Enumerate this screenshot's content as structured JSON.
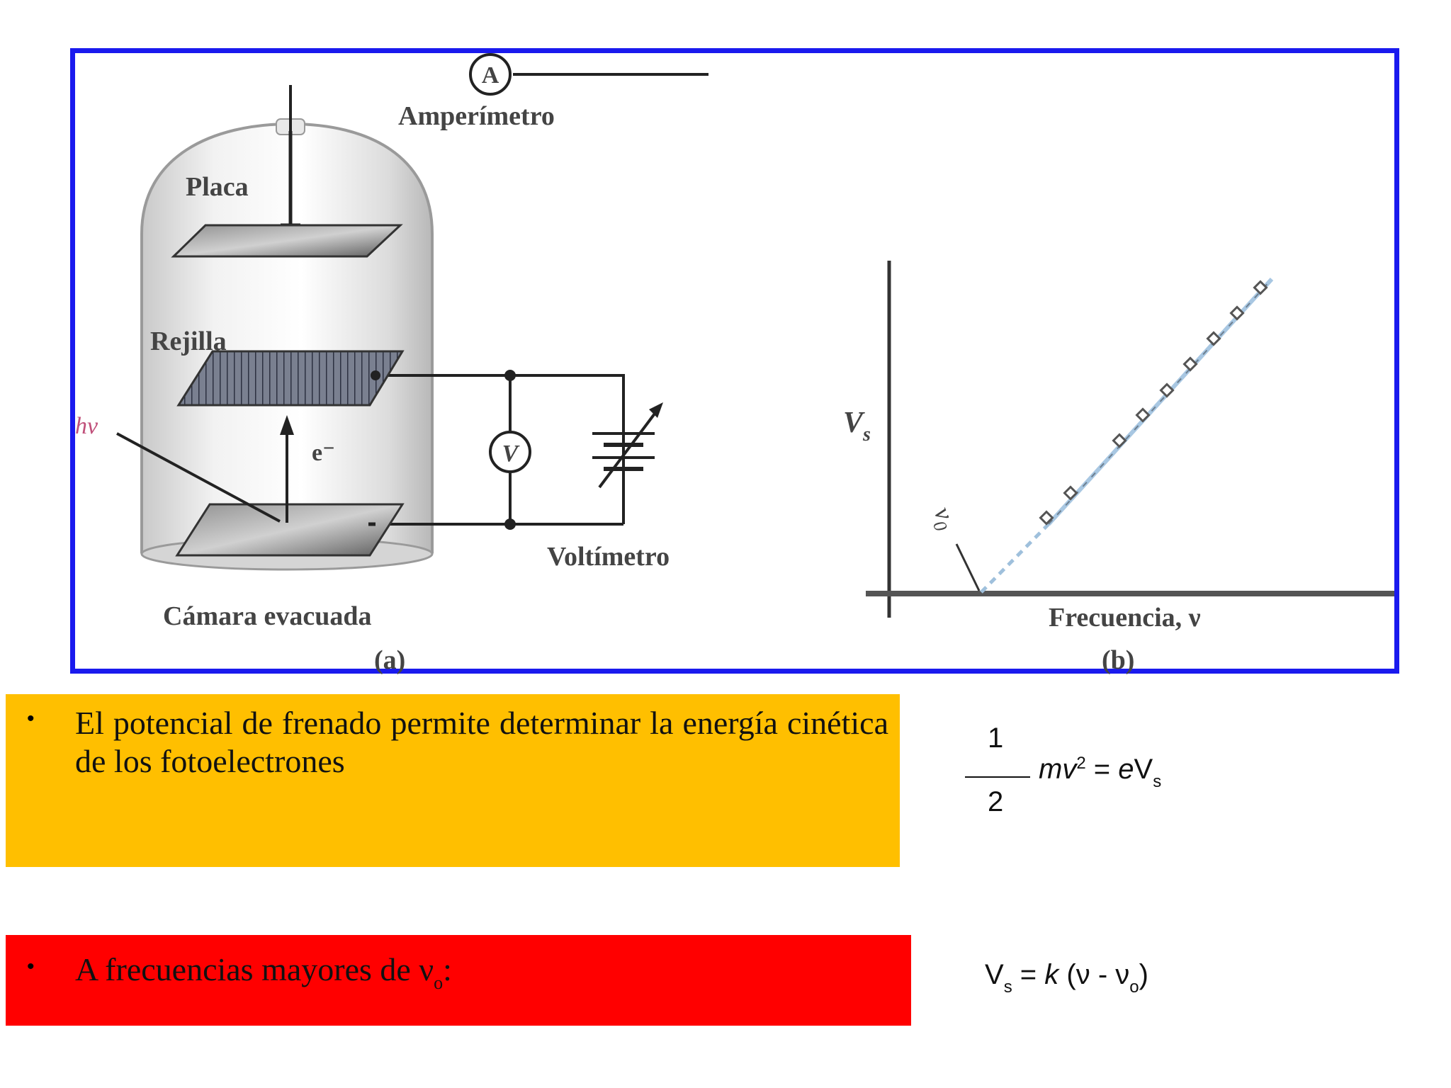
{
  "figure": {
    "panel_a": {
      "ammeter_symbol": "A",
      "ammeter_label": "Amperímetro",
      "plate_label": "Placa",
      "grid_label": "Rejilla",
      "photon_label": "hν",
      "electron_label": "e⁻",
      "voltmeter_symbol": "V",
      "voltmeter_label": "Voltímetro",
      "chamber_label": "Cámara evacuada",
      "caption": "(a)"
    },
    "panel_b": {
      "ylabel_main": "V",
      "ylabel_sub": "s",
      "threshold_label_main": "ν",
      "threshold_label_sub": "0",
      "xlabel": "Frecuencia, ν",
      "caption": "(b)"
    },
    "frame_color": "#1a1aee"
  },
  "bullets": [
    {
      "bullet": "•",
      "text": "El potencial de frenado permite determinar la energía cinética de los fotoelectrones",
      "color": "#ffbf00"
    },
    {
      "bullet": "•",
      "text_main": "A frecuencias mayores de ν",
      "text_sub": "o",
      "text_tail": ":",
      "color": "#ff0000"
    }
  ],
  "equations": {
    "eq1": {
      "numerator": "1",
      "denominator": "2",
      "m": "m",
      "v": "v",
      "power": "2",
      "equals": " = ",
      "e": "e",
      "V": "V",
      "sub": "s"
    },
    "eq2": {
      "V": "V",
      "sub_s": "s",
      "middle": " = ",
      "k": "k",
      "paren": " (ν - ν",
      "sub_o": "o",
      "close": ")"
    }
  }
}
